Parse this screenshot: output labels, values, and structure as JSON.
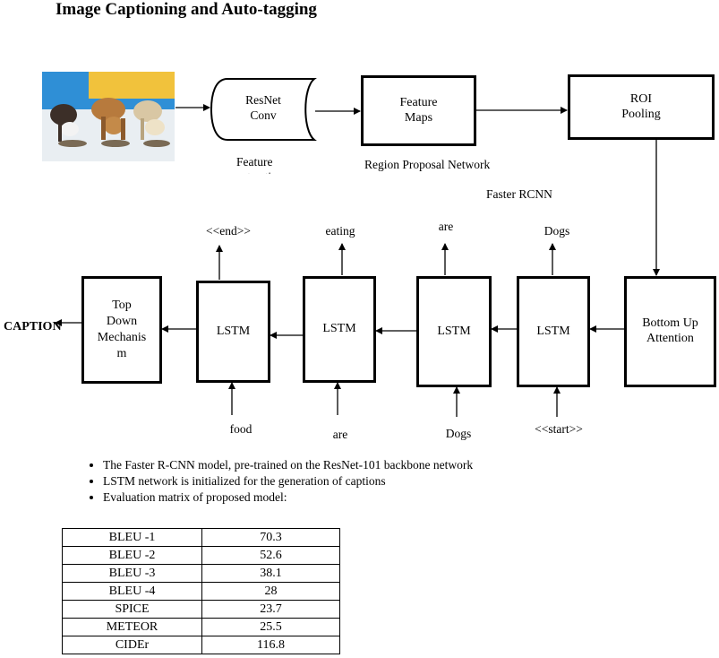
{
  "title": "Image Captioning and Auto-tagging",
  "image": {
    "icon": "dogs-eating-photo"
  },
  "resnet": {
    "line1": "ResNet",
    "line2": "Conv",
    "caption": "Feature",
    "caption_cut": "extraction"
  },
  "feature_maps": {
    "line1": "Feature",
    "line2": "Maps",
    "caption": "Region Proposal Network"
  },
  "roi": {
    "line1": "ROI",
    "line2": "Pooling"
  },
  "faster_rcnn": "Faster RCNN",
  "attention": {
    "line1": "Bottom Up",
    "line2": "Attention"
  },
  "top_down": {
    "line1": "Top",
    "line2": "Down",
    "line3": "Mechanis",
    "line4": "m"
  },
  "caption_label": "CAPTION",
  "lstm_units": [
    {
      "label": "LSTM",
      "output": "<<end>>",
      "input": "food"
    },
    {
      "label": "LSTM",
      "output": "eating",
      "input": "are"
    },
    {
      "label": "LSTM",
      "output": "are",
      "input": "Dogs"
    },
    {
      "label": "LSTM",
      "output": "Dogs",
      "input": "<<start>>"
    }
  ],
  "notes": [
    "The Faster R-CNN model, pre-trained on the ResNet-101 backbone network",
    "LSTM network is initialized for the generation of captions",
    "Evaluation matrix of proposed model:"
  ],
  "metrics": [
    {
      "name": "BLEU -1",
      "value": "70.3"
    },
    {
      "name": "BLEU -2",
      "value": "52.6"
    },
    {
      "name": "BLEU -3",
      "value": "38.1"
    },
    {
      "name": "BLEU -4",
      "value": "28"
    },
    {
      "name": "SPICE",
      "value": "23.7"
    },
    {
      "name": "METEOR",
      "value": "25.5"
    },
    {
      "name": "CIDEr",
      "value": "116.8"
    }
  ]
}
